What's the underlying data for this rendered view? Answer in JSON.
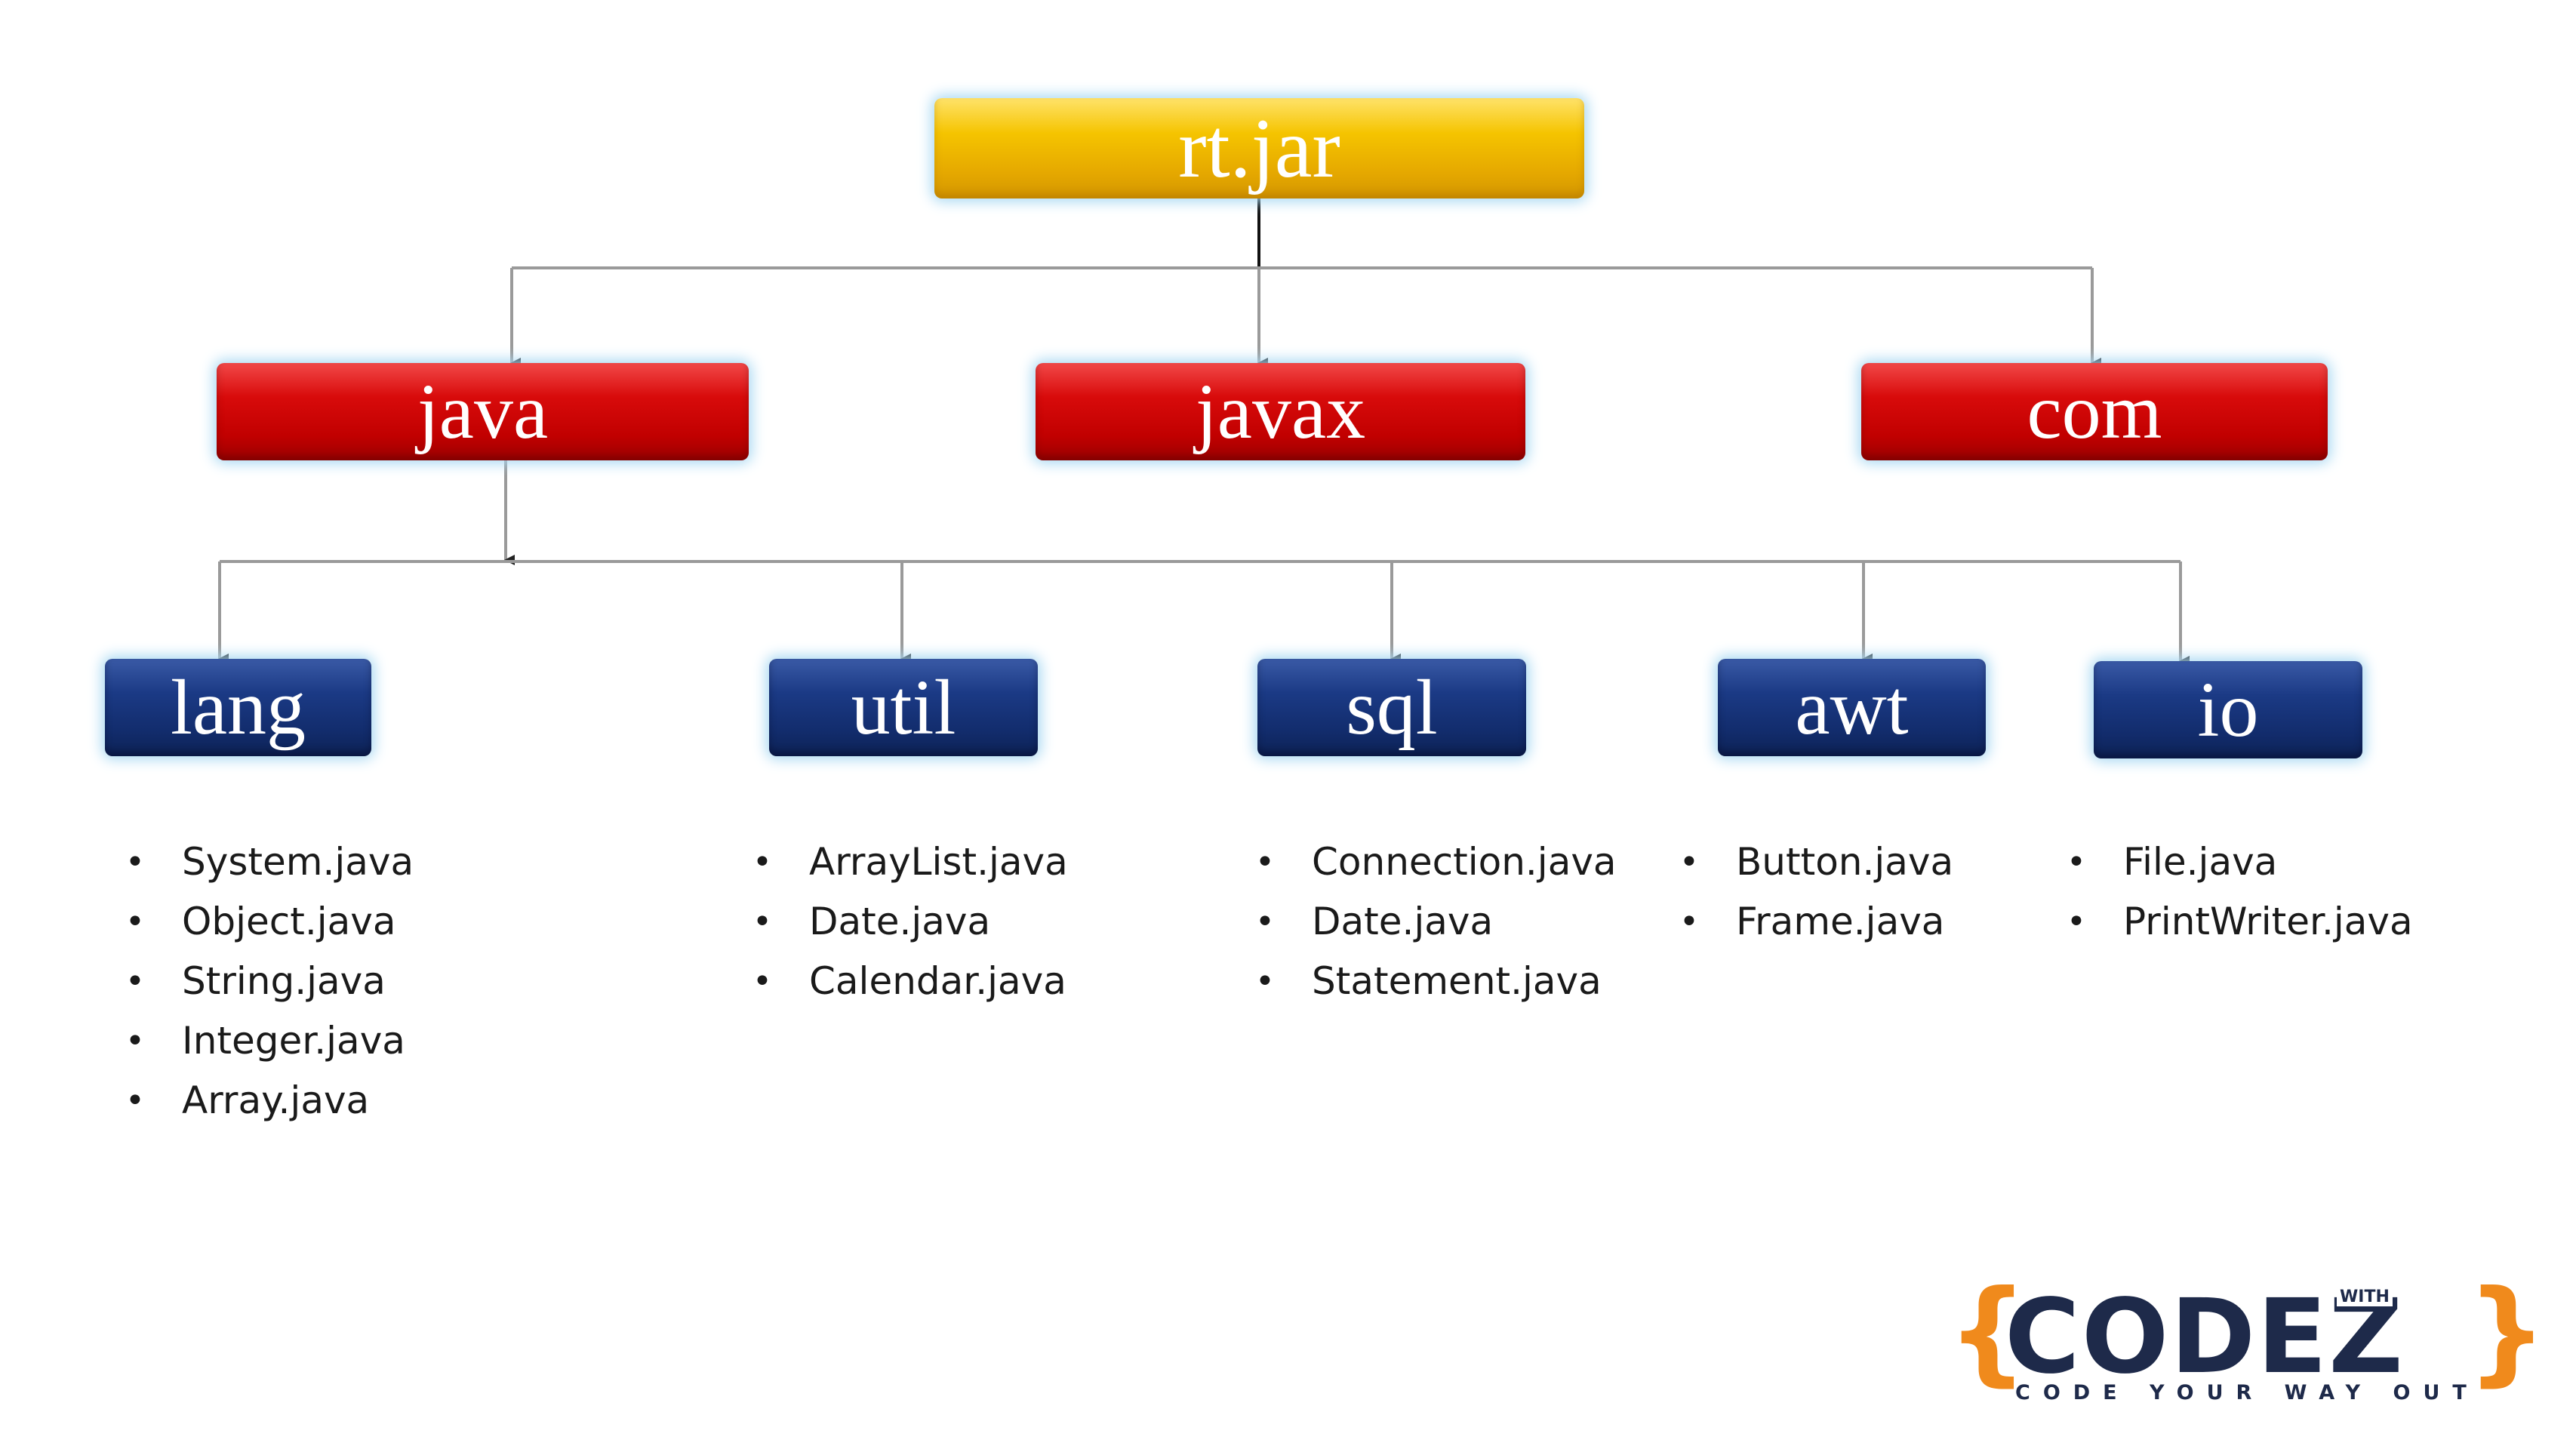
{
  "root": {
    "label": "rt.jar"
  },
  "level1": {
    "java": "java",
    "javax": "javax",
    "com": "com"
  },
  "packages": {
    "lang": "lang",
    "util": "util",
    "sql": "sql",
    "awt": "awt",
    "io": "io"
  },
  "files": {
    "lang": [
      "System.java",
      "Object.java",
      "String.java",
      "Integer.java",
      "Array.java"
    ],
    "util": [
      "ArrayList.java",
      "Date.java",
      "Calendar.java"
    ],
    "sql": [
      "Connection.java",
      "Date.java",
      "Statement.java"
    ],
    "awt": [
      "Button.java",
      "Frame.java"
    ],
    "io": [
      "File.java",
      "PrintWriter.java"
    ]
  },
  "logo": {
    "open_brace": "{",
    "word": "CODEZ",
    "with": "WITH",
    "close_brace": "}",
    "tagline": "CODE YOUR WAY OUT"
  },
  "colors": {
    "root": "#f5c400",
    "level1": "#c10000",
    "level2": "#122c6c",
    "connector": "#9a9a9a",
    "logo_orange": "#f08a1c",
    "logo_navy": "#1e2a4a"
  }
}
